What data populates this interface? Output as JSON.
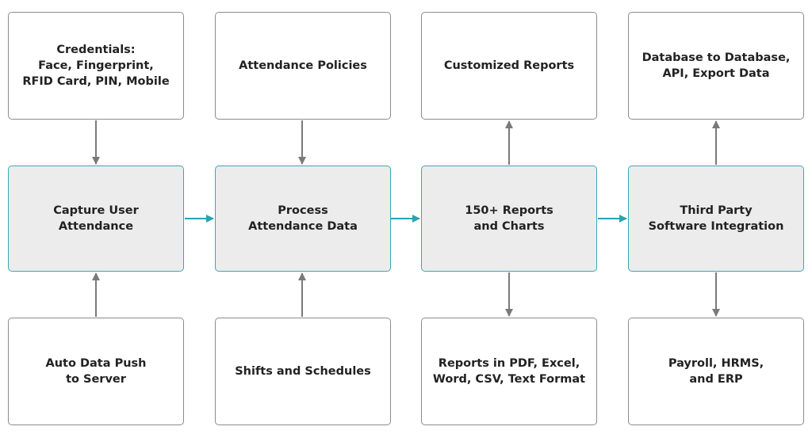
{
  "colors": {
    "main_border": "#3aa7b3",
    "main_fill": "#ececec",
    "outer_border": "#8c8c8c",
    "gray_arrow": "#7a7a7a",
    "teal_arrow": "#2aa3b0",
    "text": "#222222"
  },
  "stages": [
    {
      "label": "Capture User\nAttendance"
    },
    {
      "label": "Process\nAttendance Data"
    },
    {
      "label": "150+ Reports\nand Charts"
    },
    {
      "label": "Third Party\nSoftware Integration"
    }
  ],
  "top_nodes": [
    {
      "label": "Credentials:\nFace, Fingerprint,\nRFID Card, PIN, Mobile"
    },
    {
      "label": "Attendance Policies"
    },
    {
      "label": "Customized Reports"
    },
    {
      "label": "Database to Database,\nAPI, Export Data"
    }
  ],
  "bottom_nodes": [
    {
      "label": "Auto Data Push\nto Server"
    },
    {
      "label": "Shifts and Schedules"
    },
    {
      "label": "Reports in PDF, Excel,\nWord, CSV, Text Format"
    },
    {
      "label": "Payroll, HRMS,\nand ERP"
    }
  ]
}
